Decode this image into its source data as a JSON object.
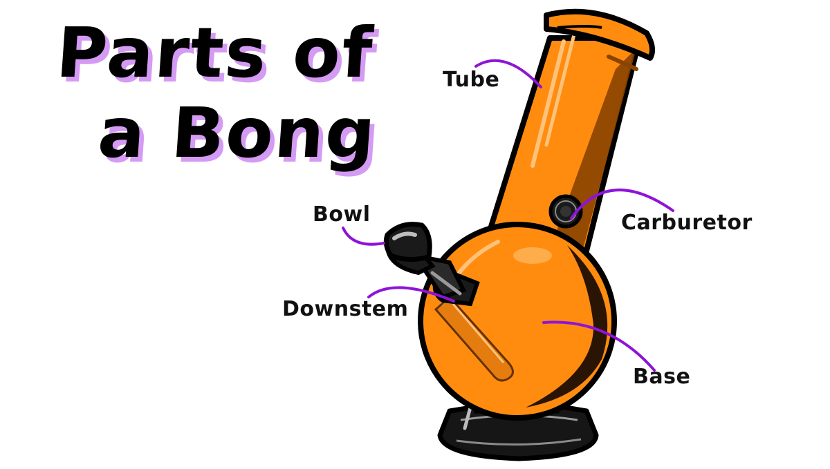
{
  "title": {
    "line1": "Parts of",
    "line2": "a Bong",
    "text_color": "#000000",
    "shadow_color": "#d59af3"
  },
  "labels": {
    "tube": "Tube",
    "bowl": "Bowl",
    "downstem": "Downstem",
    "carburetor": "Carburetor",
    "base": "Base"
  },
  "colors": {
    "leader_line": "#8e14d8",
    "glass_orange": "#ff8c0f",
    "glass_shadow": "#8a4300",
    "glass_dark": "#2a1505",
    "bowl_black": "#1a1a1a",
    "outline": "#000000"
  }
}
